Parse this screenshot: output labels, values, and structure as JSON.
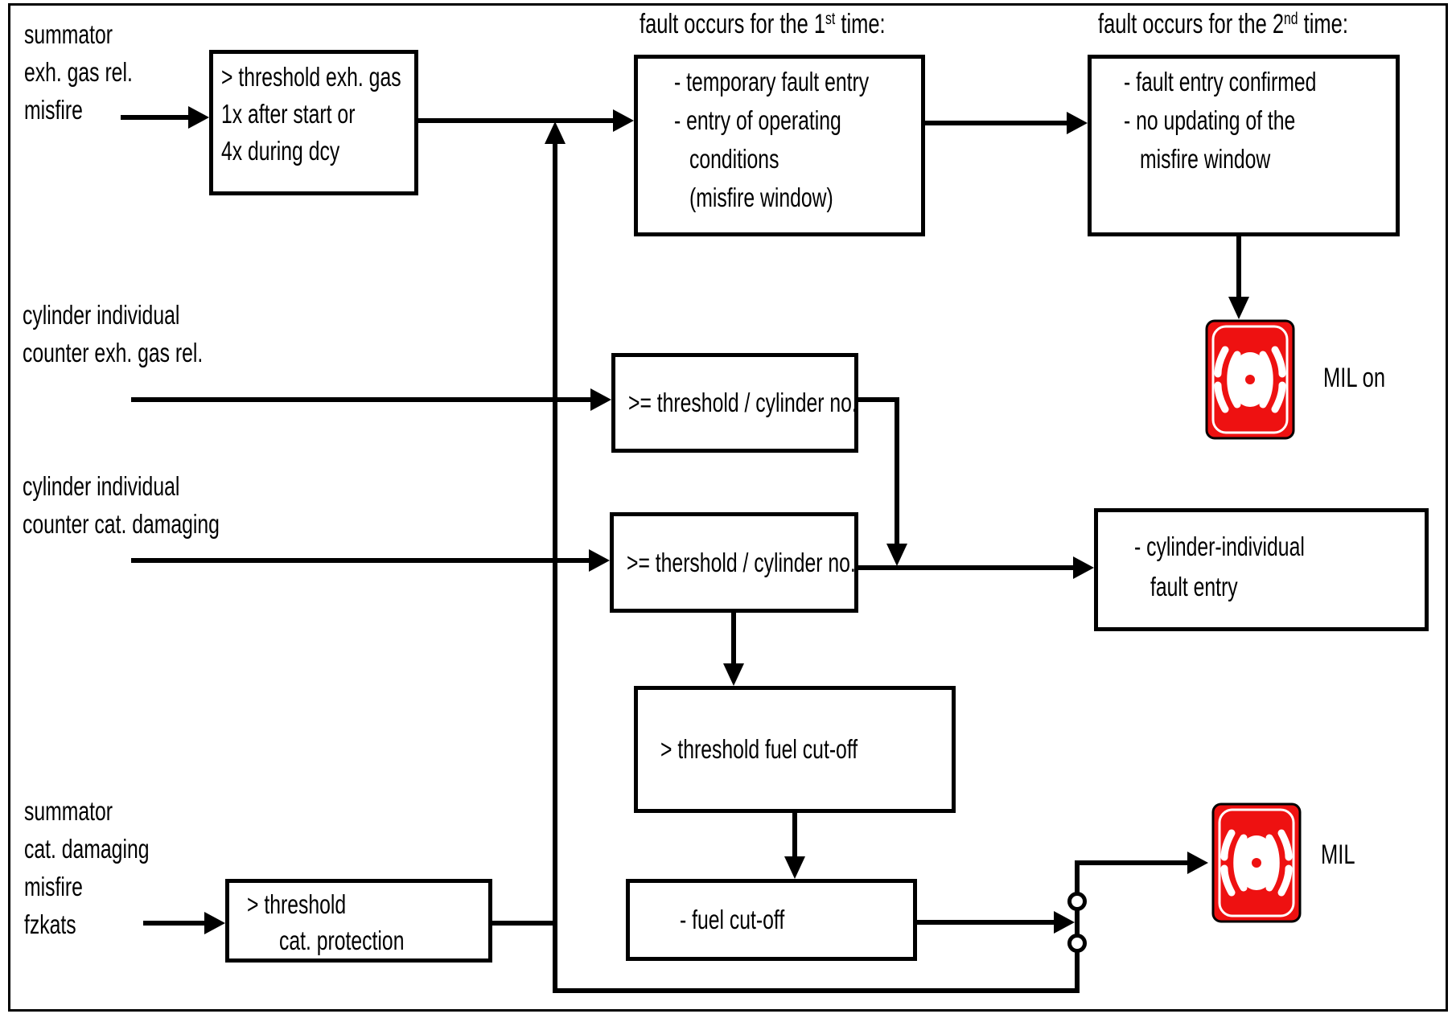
{
  "diagram": {
    "title_headers": {
      "first": {
        "prefix": "fault occurs for the 1",
        "sup": "st",
        "suffix": " time:"
      },
      "second": {
        "prefix": "fault occurs for the 2",
        "sup": "nd",
        "suffix": " time:"
      }
    },
    "labels": {
      "exh_summator": {
        "lines": [
          "summator",
          "exh. gas rel.",
          "misfire"
        ]
      },
      "cyl_exh": {
        "lines": [
          "cylinder individual",
          "counter exh. gas rel."
        ]
      },
      "cyl_cat": {
        "lines": [
          "cylinder individual",
          "counter cat. damaging"
        ]
      },
      "cat_summator": {
        "lines": [
          "summator",
          "cat. damaging",
          "misfire",
          "fzkats"
        ]
      }
    },
    "boxes": {
      "threshold_exh_gas": {
        "lines": [
          "> threshold exh. gas",
          "1x after start or",
          "4x during dcy"
        ]
      },
      "first_fault": {
        "lines": [
          "- temporary fault entry",
          "- entry of operating",
          "conditions",
          "(misfire window)"
        ]
      },
      "second_fault": {
        "lines": [
          "- fault entry confirmed",
          "- no updating of the",
          "misfire window"
        ]
      },
      "threshold_cyl_exh": {
        "lines": [
          ">= threshold / cylinder no."
        ]
      },
      "threshold_cyl_cat": {
        "lines": [
          ">= thershold / cylinder no."
        ]
      },
      "cyl_fault_entry": {
        "lines": [
          "- cylinder-individual",
          "fault entry"
        ]
      },
      "threshold_fuel_cutoff": {
        "lines": [
          "> threshold fuel cut-off"
        ]
      },
      "fuel_cutoff": {
        "lines": [
          "- fuel cut-off"
        ]
      },
      "threshold_cat_protection": {
        "lines": [
          "> threshold",
          "cat. protection"
        ]
      }
    },
    "mil": {
      "on_label": "MIL on",
      "label": "MIL",
      "icon": "mil-warning-lamp-icon"
    },
    "colors": {
      "line": "#000000",
      "mil_red": "#ee1111",
      "mil_symbol": "#ffffff",
      "background": "#ffffff"
    }
  }
}
